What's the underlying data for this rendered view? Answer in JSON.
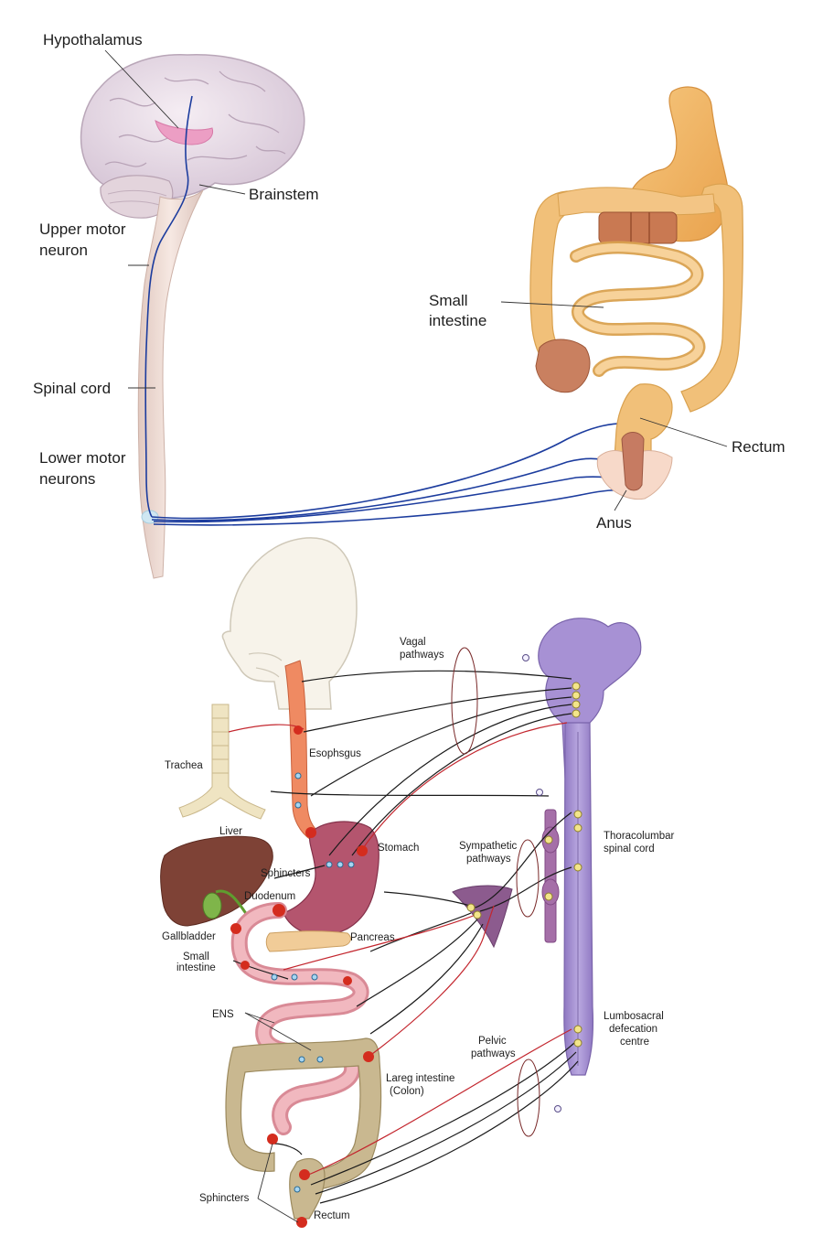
{
  "top_figure": {
    "labels": {
      "hypothalamus": "Hypothalamus",
      "brainstem": "Brainstem",
      "upper_motor_1": "Upper motor",
      "upper_motor_2": "neuron",
      "spinal_cord": "Spinal cord",
      "lower_motor_1": "Lower motor",
      "lower_motor_2": "neurons",
      "small_intestine_1": "Small",
      "small_intestine_2": "intestine",
      "rectum": "Rectum",
      "anus": "Anus"
    },
    "colors": {
      "brain": "#e8dde9",
      "hypothalamus": "#ec9ec4",
      "spinal_cord": "#eedcd4",
      "motor_nerve": "#1c3c9e",
      "intestine": "#f1c079",
      "colon_wall": "#e8a94d"
    }
  },
  "bottom_figure": {
    "labels": {
      "vagal_1": "Vagal",
      "vagal_2": "pathways",
      "trachea": "Trachea",
      "esophagus": "Esophsgus",
      "liver": "Liver",
      "stomach": "Stomach",
      "sphincters_top": "Sphincters",
      "duodenum": "Duodenum",
      "gallbladder": "Gallbladder",
      "pancreas": "Pancreas",
      "small_1": "Small",
      "small_2": "intestine",
      "sympathetic_1": "Sympathetic",
      "sympathetic_2": "pathways",
      "thoraco_1": "Thoracolumbar",
      "thoraco_2": "spinal cord",
      "ens": "ENS",
      "lumbo_1": "Lumbosacral",
      "lumbo_2": "defecation",
      "lumbo_3": "centre",
      "pelvic_1": "Pelvic",
      "pelvic_2": "pathways",
      "large_1": "Lareg intestine",
      "large_2": "(Colon)",
      "sphincters_bottom": "Sphincters",
      "rectum": "Rectum"
    },
    "colors": {
      "spinal_cord": "#9c87c9",
      "esophagus": "#ee8a63",
      "stomach": "#b4556e",
      "liver": "#7e4236",
      "small_intestine": "#eaa8b0",
      "colon": "#c9b890",
      "pancreas": "#f1cc98",
      "sympathetic_nerve": "#1a1a1a",
      "parasympathetic_nerve": "#c3262e"
    }
  }
}
